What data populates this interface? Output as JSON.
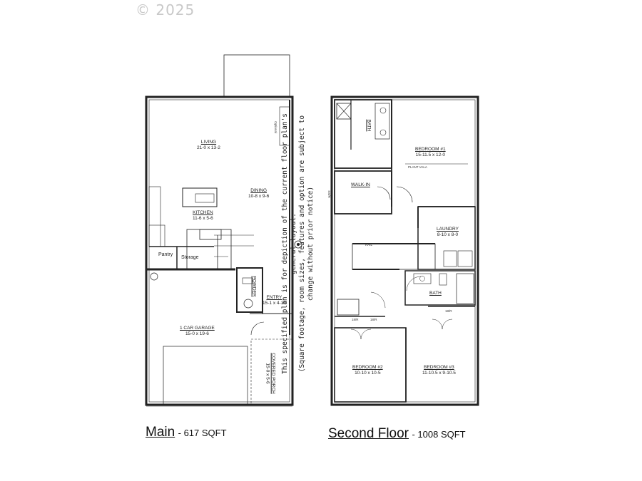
{
  "copyright": "© 2025",
  "main_floor": {
    "caption": "Main",
    "sqft": "- 617 SQFT",
    "rooms": {
      "living": {
        "name": "LIVING",
        "dims": "21-0 x 13-2"
      },
      "dining": {
        "name": "DINING",
        "dims": "10-8 x 9-6"
      },
      "kitchen": {
        "name": "KITCHEN",
        "dims": "11-6 x 5-6"
      },
      "pantry": {
        "name": "Pantry"
      },
      "storage": {
        "name": "Storage"
      },
      "powder": {
        "name": "POWDER"
      },
      "entry": {
        "name": "ENTRY",
        "dims": "15-1 x 4-10"
      },
      "garage": {
        "name": "1 CAR GARAGE",
        "dims": "15-0 x 19-6"
      },
      "porch": {
        "name": "COVERED PORCH",
        "dims": "15-0 x 5-6"
      },
      "optional": {
        "name": "Optional"
      }
    }
  },
  "second_floor": {
    "caption": "Second Floor",
    "sqft": "- 1008 SQFT",
    "rooms": {
      "bath_master": {
        "name": "BATH"
      },
      "bedroom1": {
        "name": "BEDROOM #1",
        "dims": "15-11.5 x 12-0"
      },
      "walkin": {
        "name": "WALK-IN"
      },
      "laundry": {
        "name": "LAUNDRY",
        "dims": "8-10 x 8-0"
      },
      "bath2": {
        "name": "BATH"
      },
      "bedroom2": {
        "name": "BEDROOM #2",
        "dims": "10-10 x 10-5"
      },
      "bedroom3": {
        "name": "BEDROOM #3",
        "dims": "11-10.5 x 9-10.5"
      },
      "tags": {
        "ss_r": "SS/R",
        "lin1": "18/R",
        "lin2": "18/R",
        "lin3": "18/R",
        "plant": "PLANT VALA",
        "rail": "RAIL"
      }
    }
  },
  "disclaimer": {
    "line1": "This specified plan is for depiction of the current floor plan's general layout.",
    "line2": "(Square footage, room sizes, features and option are subject to change without prior notice)"
  }
}
